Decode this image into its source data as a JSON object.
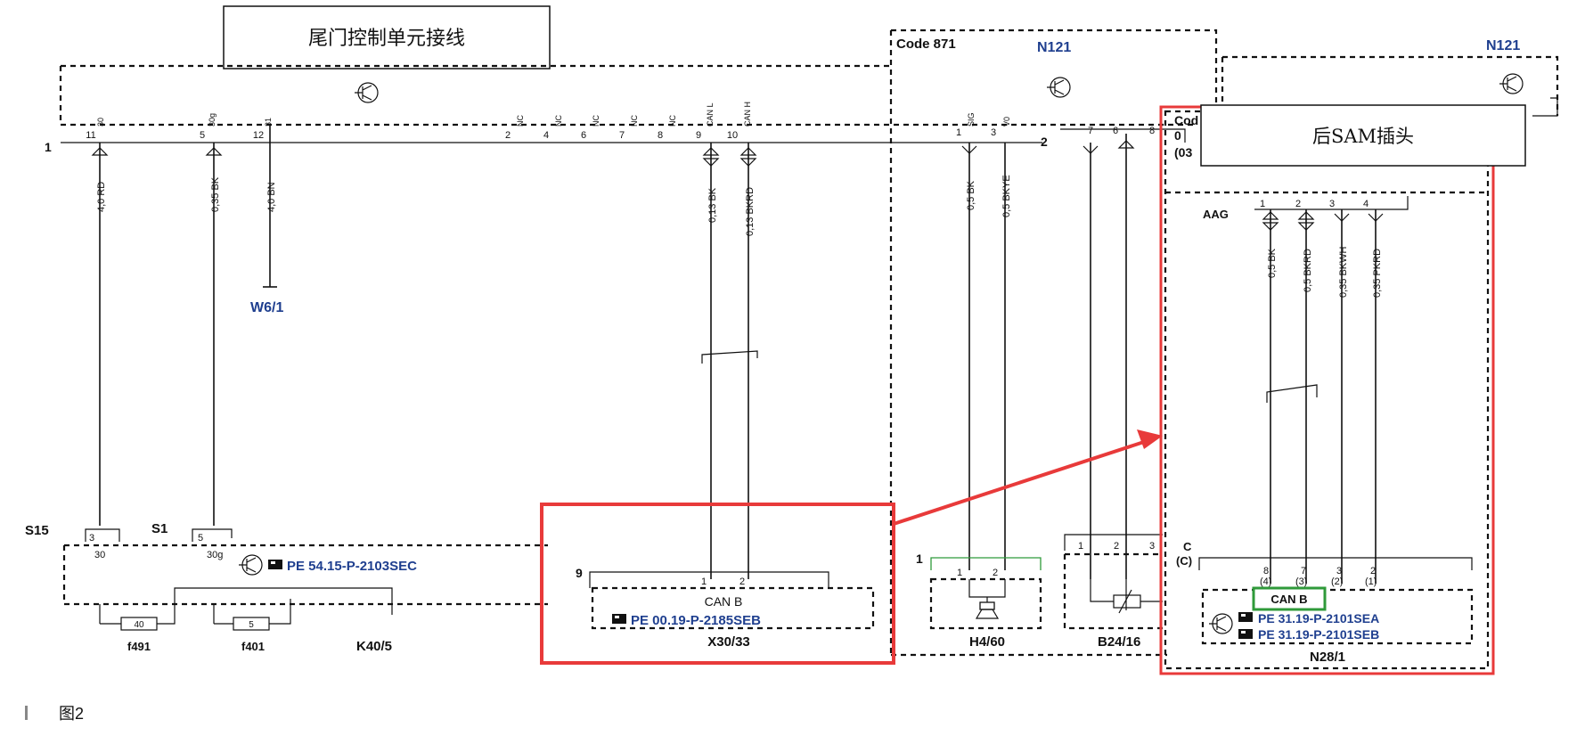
{
  "titles": {
    "tailgate_box": "尾门控制单元接线",
    "rear_sam_box": "后SAM插头",
    "figure_caption": "图2"
  },
  "modules": {
    "code": "Code 871",
    "n121_a": "N121",
    "n121_b": "N121",
    "code_partial": "Cod",
    "partial_0": "0",
    "partial_03": "(03"
  },
  "connectors": {
    "c1": "1",
    "c2": "2",
    "aag": "AAG",
    "c": "C",
    "cc": "(C)",
    "s15": "S15",
    "s1": "S1",
    "nine": "9",
    "one_h4": "1"
  },
  "pins_left": [
    "11",
    "5",
    "12",
    "2",
    "4",
    "6",
    "7",
    "8",
    "9",
    "10"
  ],
  "pins_mid": [
    "1",
    "3"
  ],
  "pins_b24": [
    "7",
    "6",
    "8"
  ],
  "pins_aag": [
    "1",
    "2",
    "3",
    "4"
  ],
  "pin_tags": {
    "p30": "30",
    "p30g": "30g",
    "p31": "31",
    "nc": "NC",
    "canl": "CAN L",
    "canh": "CAN H",
    "sig": "SIG",
    "v0": "V0"
  },
  "wires": {
    "w1": "4,0 RD",
    "w2": "0,35 BK",
    "w3": "4,0 BN",
    "w4": "0,13 BK",
    "w5": "0,13 BKRD",
    "w6": "0,5 BK",
    "w7": "0,5 BKYE",
    "w8": "0,5 BK",
    "w9": "0,5 BKRD",
    "w10": "0,35 BKWH",
    "w11": "0,35 PKRD"
  },
  "ground": "W6/1",
  "relay": {
    "ref": "PE 54.15-P-2103SEC",
    "label": "K40/5",
    "p3": "3",
    "p30": "30",
    "p5": "5",
    "p30g": "30g"
  },
  "fuses": {
    "f1_val": "40",
    "f1_label": "f491",
    "f2_val": "5",
    "f2_label": "f401"
  },
  "x30": {
    "can": "CAN B",
    "ref": "PE 00.19-P-2185SEB",
    "label": "X30/33",
    "p1": "1",
    "p2": "2"
  },
  "h4": {
    "label": "H4/60",
    "p1": "1",
    "p2": "2"
  },
  "b24": {
    "label": "B24/16",
    "p1": "1",
    "p2": "2",
    "p3": "3"
  },
  "n28": {
    "can": "CAN B",
    "ref1": "PE 31.19-P-2101SEA",
    "ref2": "PE 31.19-P-2101SEB",
    "label": "N28/1",
    "pins": [
      "8",
      "7",
      "3",
      "2"
    ],
    "pins_paren": [
      "(4)",
      "(3)",
      "(2)",
      "(1)"
    ]
  },
  "colors": {
    "highlight_red": "#e83a3a",
    "highlight_green": "#2f9a3a",
    "ref_blue": "#1f3f8f"
  }
}
